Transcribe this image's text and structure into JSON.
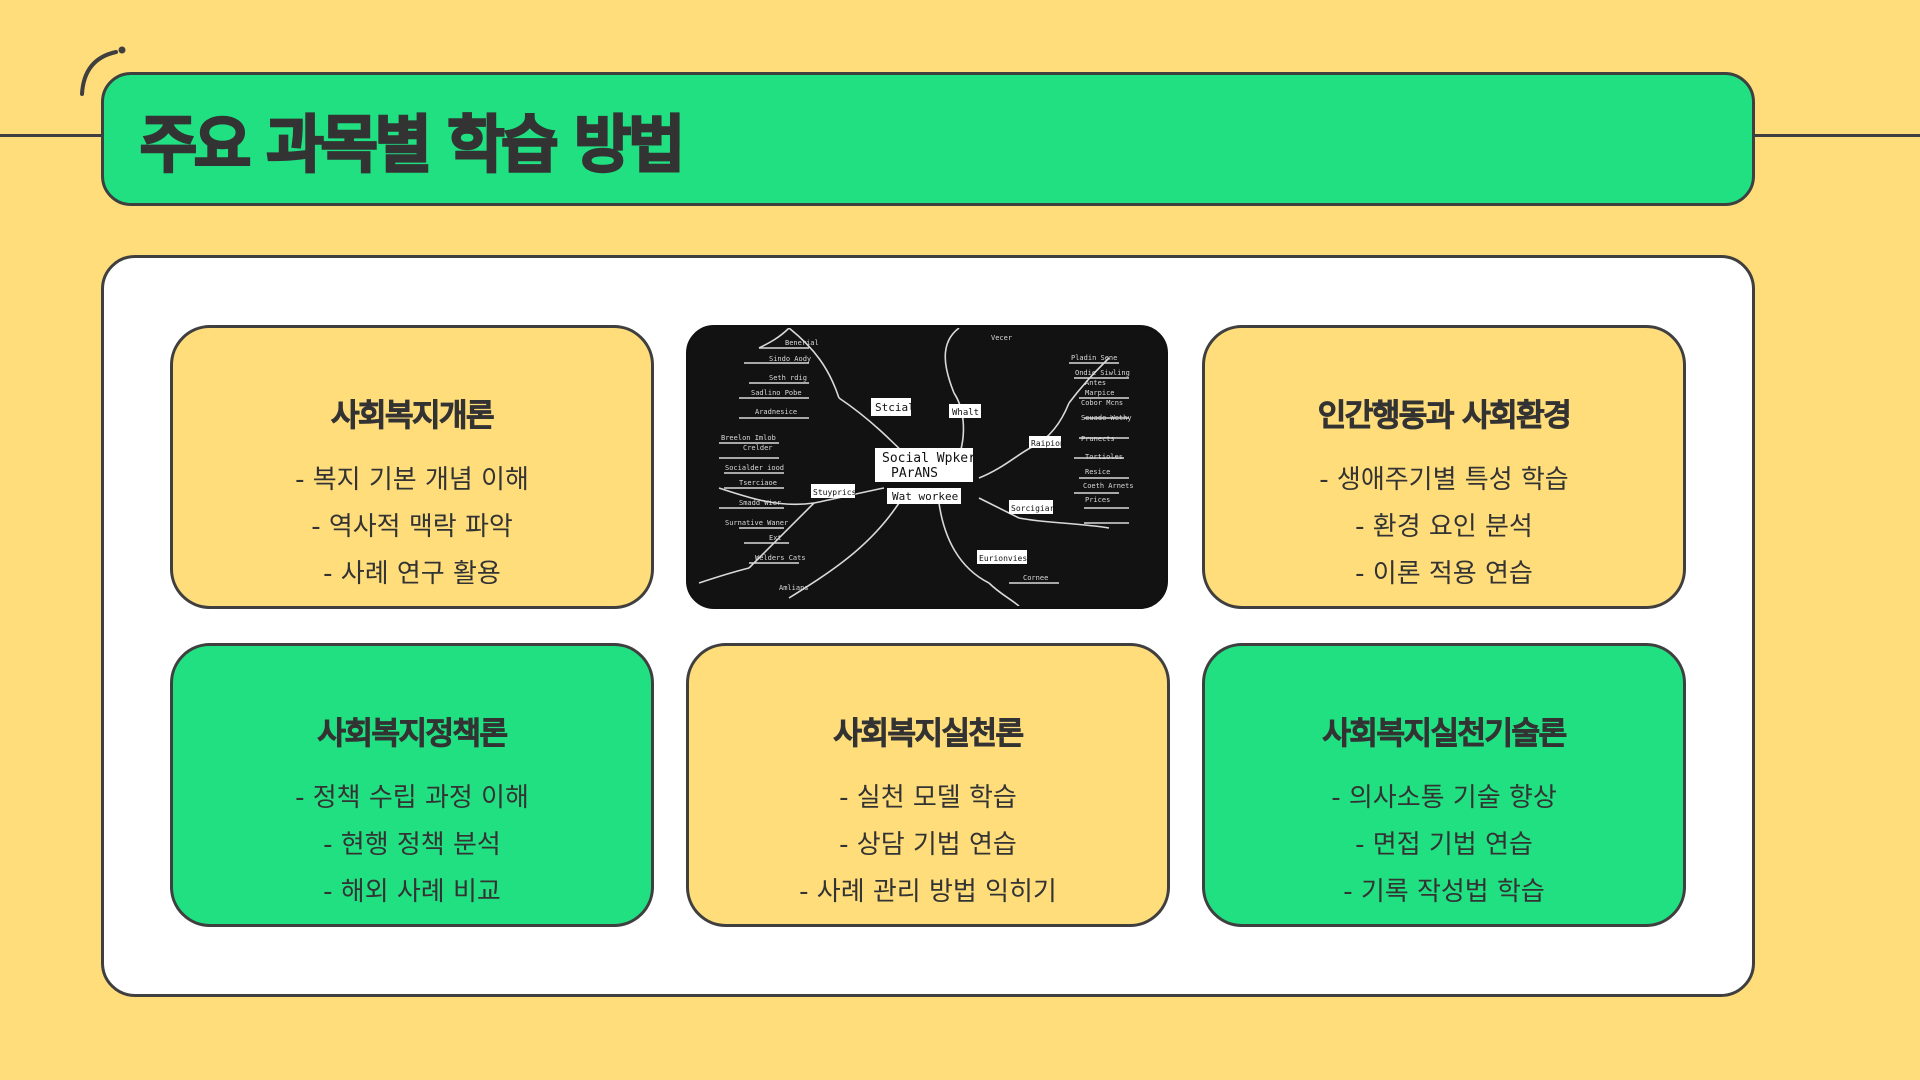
{
  "title": "주요 과목별 학습 방법",
  "cards": [
    {
      "title": "사회복지개론",
      "lines": [
        "- 복지 기본 개념 이해",
        "- 역사적 맥락 파악",
        "- 사례 연구 활용"
      ],
      "color": "#FFDD7B"
    },
    {
      "title": "인간행동과 사회환경",
      "lines": [
        "- 생애주기별 특성 학습",
        "- 환경 요인 분석",
        "- 이론 적용 연습"
      ],
      "color": "#FFDD7B"
    },
    {
      "title": "사회복지정책론",
      "lines": [
        "- 정책 수립 과정 이해",
        "- 현행 정책 분석",
        "- 해외 사례 비교"
      ],
      "color": "#20E082"
    },
    {
      "title": "사회복지실천론",
      "lines": [
        "- 실천 모델 학습",
        "- 상담 기법 연습",
        "- 사례 관리 방법 익히기"
      ],
      "color": "#FFDD7B"
    },
    {
      "title": "사회복지실천기술론",
      "lines": [
        "- 의사소통 기술 향상",
        "- 면접 기법 연습",
        "- 기록 작성법 학습"
      ],
      "color": "#20E082"
    }
  ],
  "mindmap": {
    "center_lines": [
      "Social Wpker",
      "PArANS"
    ],
    "nodes": [
      "Stcial",
      "Whalt",
      "Wat workee",
      "Raipion",
      "Stuyprics",
      "Sorcigiars",
      "Eurionvies"
    ],
    "leaves": [
      "Benerial",
      "Sindo Aody",
      "Seth rdig",
      "Sadlino Pobe",
      "Aradnesice",
      "Vecer",
      "Pladin Sene",
      "Ondie Siwling",
      "Antes",
      "Marpice",
      "Cobor Mcns",
      "Seuade Wethy",
      "Prunects",
      "Tortioles",
      "Resice",
      "Coeth Arnets",
      "Prices",
      "Breelon Imlob",
      "Crelder",
      "Socialder iood",
      "Tserciaoe",
      "Smadd Wier",
      "Surnative Waner",
      "Ext",
      "Welders Cats",
      "Amlians",
      "Cornee"
    ]
  },
  "colors": {
    "background": "#FFDD7B",
    "green": "#20E082",
    "text": "#333333",
    "border": "#3f3f3f"
  }
}
